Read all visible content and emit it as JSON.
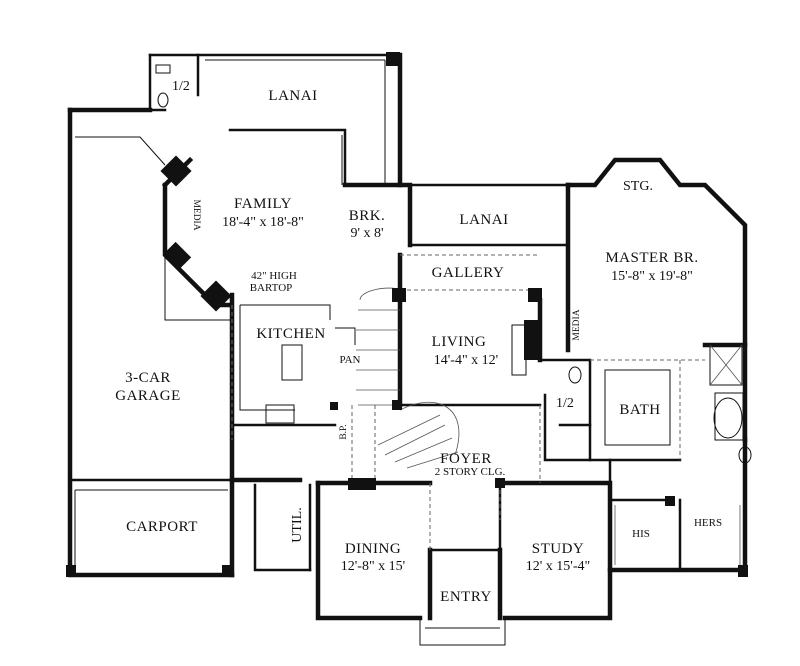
{
  "rooms": {
    "half_bath_top": "1/2",
    "lanai_top": "LANAI",
    "family": "FAMILY",
    "family_size": "18'-4\" x 18'-8\"",
    "media_family": "MEDIA",
    "brk": "BRK.",
    "brk_size": "9' x 8'",
    "lanai_mid": "LANAI",
    "stg": "STG.",
    "master": "MASTER BR.",
    "master_size": "15'-8\" x 19'-8\"",
    "bartop_line1": "42\" HIGH",
    "bartop_line2": "BARTOP",
    "gallery": "GALLERY",
    "kitchen": "KITCHEN",
    "pan": "PAN",
    "living": "LIVING",
    "living_size": "14'-4\" x 12'",
    "media_master": "MEDIA",
    "garage_line1": "3-CAR",
    "garage_line2": "GARAGE",
    "half_bath_mid": "1/2",
    "bath": "BATH",
    "bp": "B.P.",
    "foyer": "FOYER",
    "foyer_note": "2 STORY CLG.",
    "carport": "CARPORT",
    "util": "UTIL.",
    "his": "HIS",
    "hers": "HERS",
    "dining": "DINING",
    "dining_size": "12'-8\" x 15'",
    "study": "STUDY",
    "study_size": "12' x 15'-4\"",
    "entry": "ENTRY"
  }
}
